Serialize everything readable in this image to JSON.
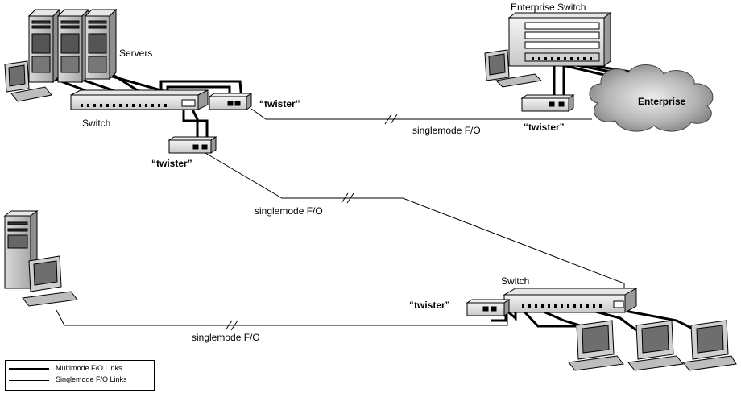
{
  "labels": {
    "servers": "Servers",
    "switch_top": "Switch",
    "switch_bottom": "Switch",
    "enterprise_switch": "Enterprise Switch",
    "enterprise_cloud": "Enterprise",
    "twister_1": "“twister”",
    "twister_2": "“twister”",
    "twister_3": "“twister”",
    "twister_4": "“twister”",
    "singlemode_1": "singlemode F/O",
    "singlemode_2": "singlemode F/O",
    "singlemode_3": "singlemode F/O"
  },
  "legend": {
    "multimode": "Multimode F/O Links",
    "singlemode": "Singlemode F/O Links"
  }
}
